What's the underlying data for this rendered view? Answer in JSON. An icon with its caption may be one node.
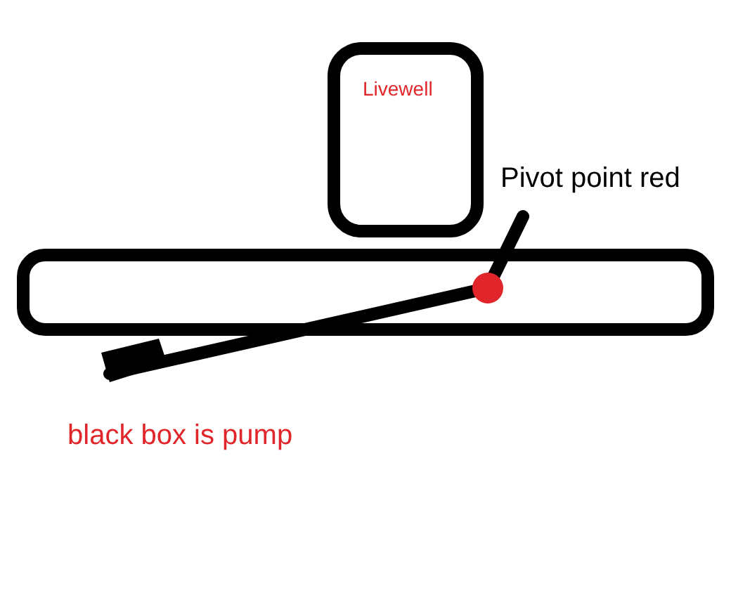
{
  "diagram": {
    "nodes": [
      {
        "text": [
          "Livewell"
        ]
      },
      {
        "text": [],
        "shape": "box"
      }
    ],
    "labels": [
      "Pivot point red",
      "black box is pump"
    ]
  }
}
